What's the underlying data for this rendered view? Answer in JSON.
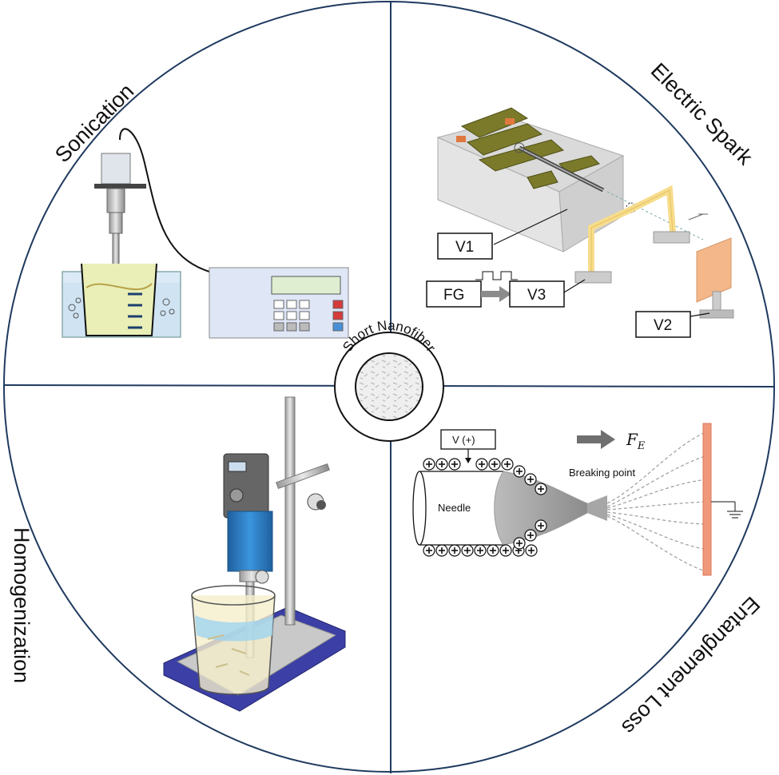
{
  "center": {
    "label": "Short Nanofiber"
  },
  "quadrants": {
    "sonication": {
      "title": "Sonication"
    },
    "electric_spark": {
      "title": "Electric Spark",
      "labels": {
        "v1": "V1",
        "v2": "V2",
        "v3": "V3",
        "fg": "FG"
      }
    },
    "homogenization": {
      "title": "Homogenization"
    },
    "entanglement_loss": {
      "title": "Entanglement Loss",
      "voltage_label": "V (+)",
      "needle_label": "Needle",
      "breaking_point_label": "Breaking point",
      "force_label": "F",
      "force_subscript": "E"
    }
  },
  "colors": {
    "divider": "#1f3a5f",
    "spark_block": "#7a7a2a",
    "copper": "#e07840",
    "electrode": "#f7dc8c",
    "collector": "#f3b78a",
    "homogenizer_blue": "#2f7fc8",
    "base_blue": "#3b3fa6"
  }
}
